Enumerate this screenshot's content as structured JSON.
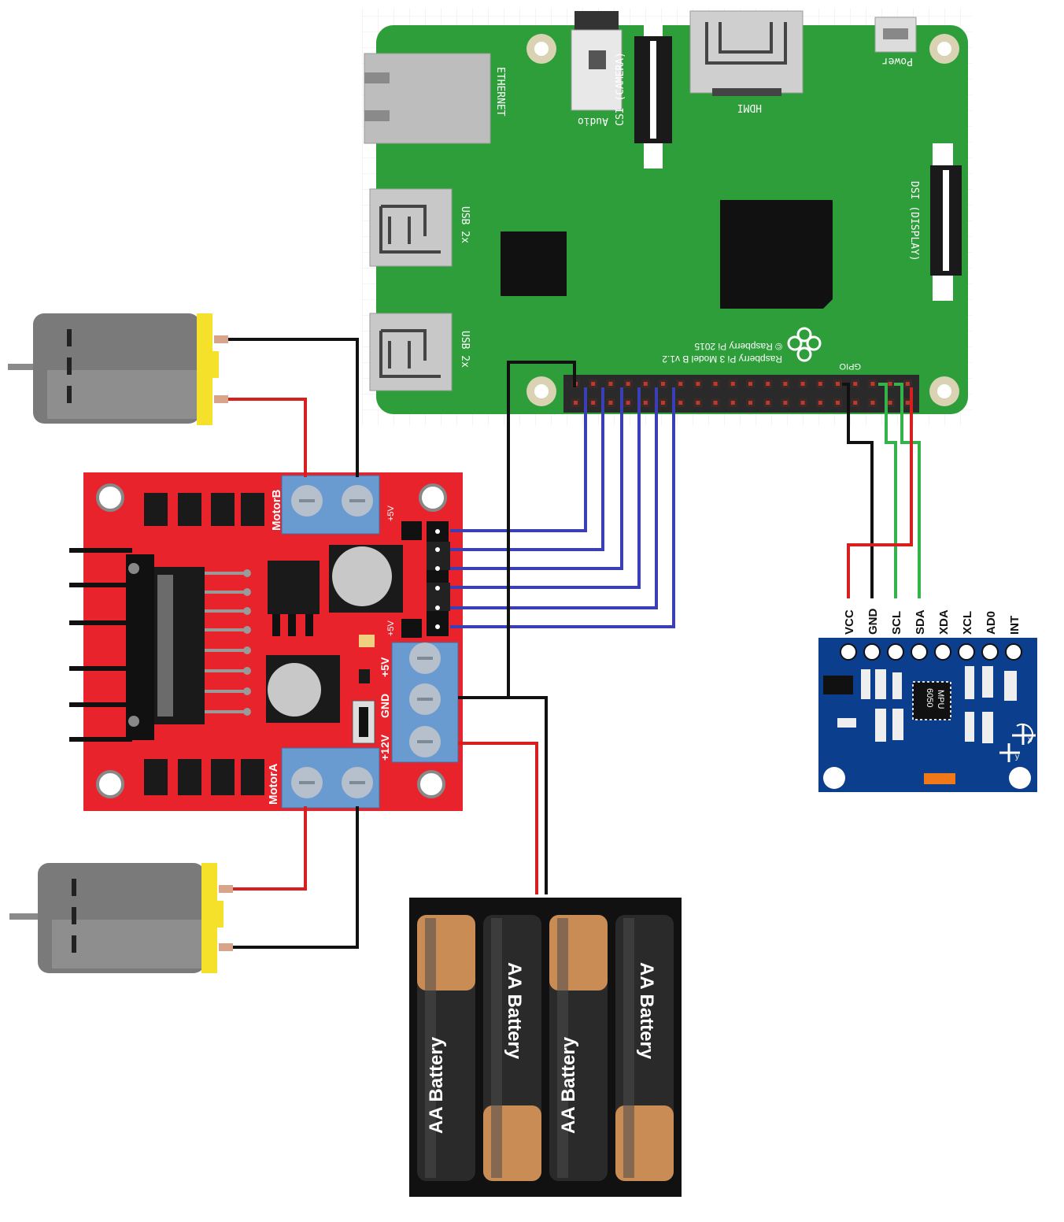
{
  "pi": {
    "ethernet": "ETHERNET",
    "audio": "Audio",
    "csi": "CSI (CAMERA)",
    "hdmi": "HDMI",
    "power": "Power",
    "dsi": "DSI (DISPLAY)",
    "usb_top": "USB 2x",
    "usb_bottom": "USB 2x",
    "copyright": "© Raspberry Pi 2015",
    "model": "Raspberry Pi 3 Model B v1.2",
    "gpio": "GPIO",
    "colors": {
      "board": "#2e9e3a",
      "chip": "#111111"
    }
  },
  "driver": {
    "motor_b": "MotorB",
    "motor_a": "MotorA",
    "plus5v_top": "+5V",
    "plus5v_bottom": "+5V",
    "power_terminal": {
      "pin1": "+5V",
      "pin2": "GND",
      "pin3": "+12V"
    },
    "colors": {
      "board": "#e8232b"
    }
  },
  "imu": {
    "pins": [
      "VCC",
      "GND",
      "SCL",
      "SDA",
      "XDA",
      "XCL",
      "AD0",
      "INT"
    ],
    "chip_line1": "MPU",
    "chip_line2": "6050",
    "axis_x": "x",
    "axis_y": "y",
    "colors": {
      "board": "#0b3e8c"
    }
  },
  "battery": {
    "cells": [
      "AA Battery",
      "AA Battery",
      "AA Battery",
      "AA Battery"
    ]
  },
  "wires": {
    "colors": {
      "black": "#111111",
      "red": "#d81f1f",
      "blue": "#3b3fb5",
      "green": "#33b34a"
    }
  }
}
